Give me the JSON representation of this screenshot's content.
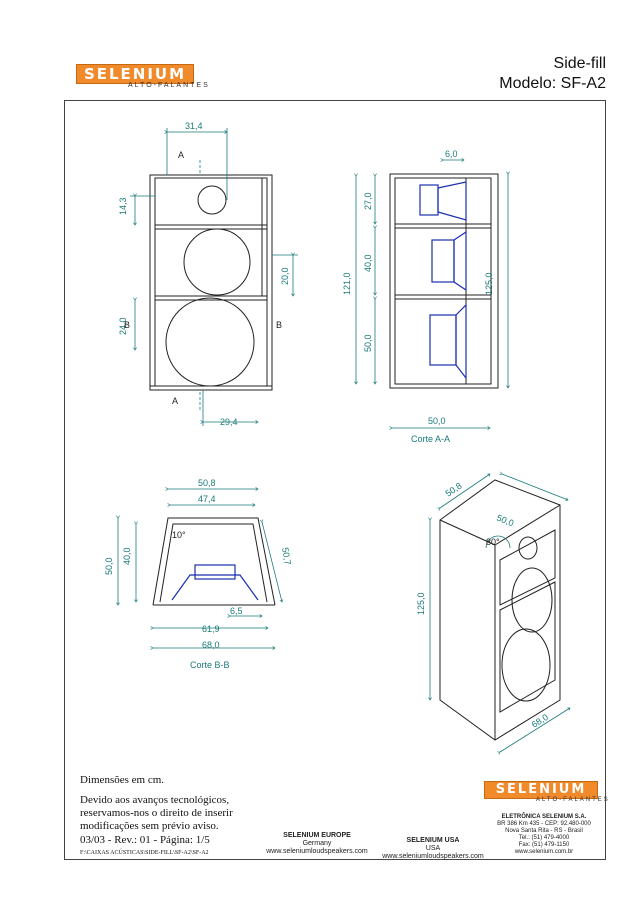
{
  "header": {
    "brand": "SELENIUM",
    "brand_sub": "ALTO-FALANTES",
    "title_line1": "Side-fill",
    "title_line2": "Modelo: SF-A2"
  },
  "front_view": {
    "dim_top": "31,4",
    "dim_bottom": "29,4",
    "dim_left_upper": "14,3",
    "dim_left_lower": "24,0",
    "dim_right": "20,0",
    "label_a_top": "A",
    "label_a_bottom": "A",
    "label_b_left": "B",
    "label_b_right": "B"
  },
  "section_aa": {
    "dim_top": "6,0",
    "dim_27": "27,0",
    "dim_40": "40,0",
    "dim_50": "50,0",
    "dim_121": "121,0",
    "dim_125": "125,0",
    "dim_bottom": "50,0",
    "caption": "Corte A-A"
  },
  "section_bb": {
    "dim_508": "50,8",
    "dim_474": "47,4",
    "angle": "10°",
    "dim_left_outer": "50,0",
    "dim_left_inner": "40,0",
    "dim_diag": "50,7",
    "dim_65": "6,5",
    "dim_619": "61,9",
    "dim_680": "68,0",
    "caption": "Corte B-B"
  },
  "iso_view": {
    "dim_508": "50,8",
    "dim_500": "50,0",
    "angle": "80°",
    "dim_height": "125,0",
    "dim_depth": "68,0"
  },
  "notes": {
    "units": "Dimensões em cm.",
    "disclaimer_1": "Devido aos avanços tecnológicos,",
    "disclaimer_2": "reservamos-nos o direito de inserir",
    "disclaimer_3": "modificações sem prévio aviso.",
    "revision": "03/03 - Rev.: 01 - Página: 1/5",
    "file_path": "F:\\CAIXAS ACÚSTICAS\\SIDE-FILL\\SF-A2\\SF-A2"
  },
  "footer": {
    "europe_title": "SELENIUM EUROPE",
    "europe_country": "Germany",
    "europe_web": "www.seleniumloudspeakers.com",
    "usa_title": "SELENIUM USA",
    "usa_country": "USA",
    "usa_web": "www.seleniumloudspeakers.com",
    "company": "ELETRÔNICA SELENIUM S.A.",
    "address_1": "BR 386 Km 435 - CEP: 92.480-000",
    "address_2": "Nova Santa Rita - RS - Brasil",
    "tel": "Tel.: (51) 479-4000",
    "fax": "Fax: (51) 479-1150",
    "web": "www.selenium.com.br"
  },
  "colors": {
    "dimension": "#1a7a7a",
    "speaker": "#1a2fb0",
    "brand": "#f08a2a"
  }
}
